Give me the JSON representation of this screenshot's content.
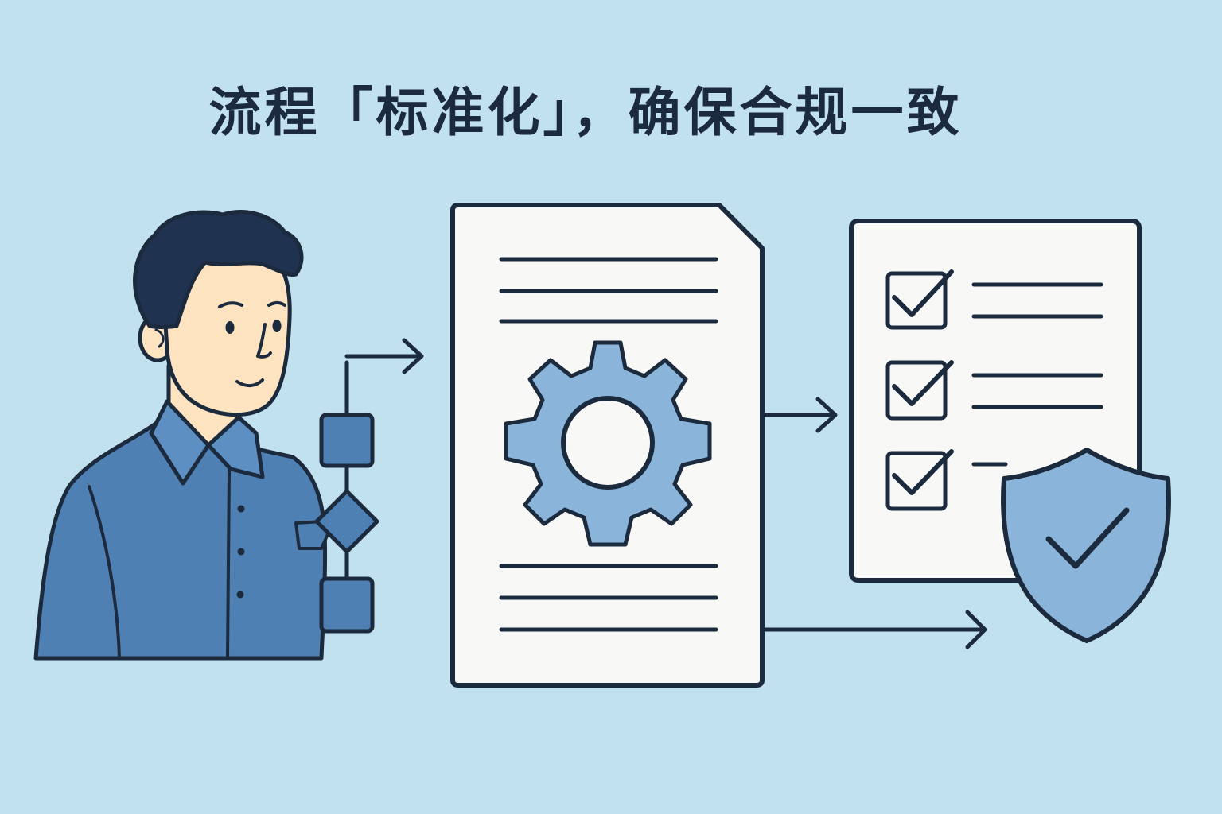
{
  "title": "流程「标准化」，确保合规一致",
  "colors": {
    "background": "#c2e1ee",
    "ink": "#1b2a3d",
    "shirt_blue": "#4f80b4",
    "accent_blue": "#8ab4da",
    "paper": "#f8f8f6",
    "skin": "#fde3c0",
    "hair": "#1f3350"
  },
  "illustration": {
    "person": "person-with-flowchart",
    "document": "process-document-with-gear",
    "checklist": "checklist-three-checked-items",
    "shield": "shield-check-icon"
  }
}
